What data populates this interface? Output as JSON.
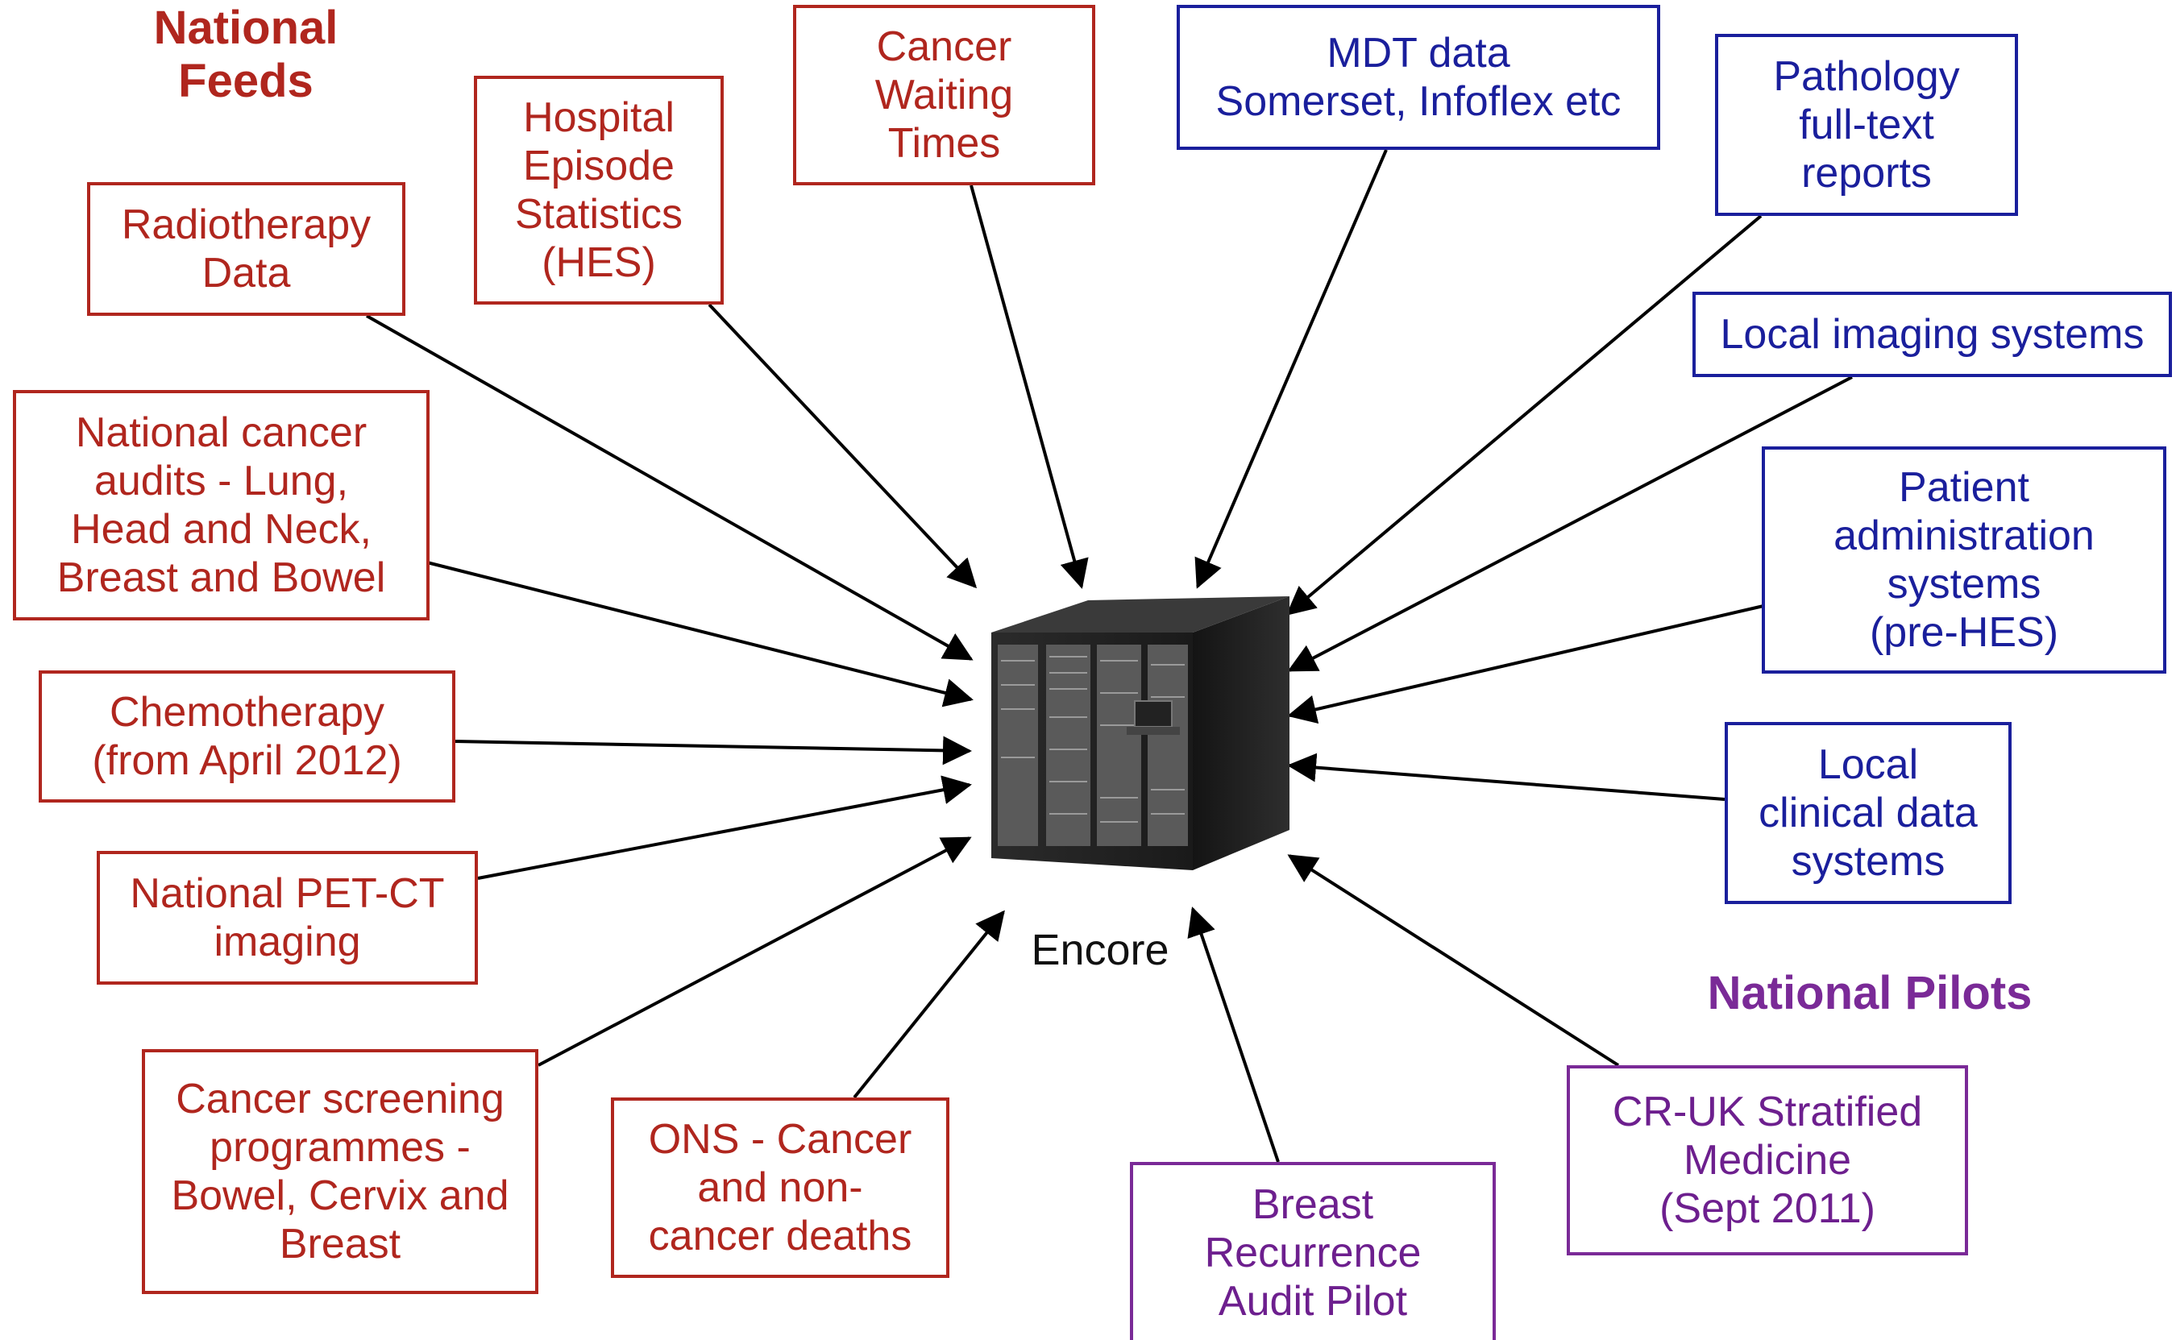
{
  "headings": {
    "national_feeds": [
      "National",
      "Feeds"
    ],
    "national_pilots": "National Pilots"
  },
  "hub": {
    "label": "Encore",
    "icon": "server-rack-icon"
  },
  "colors": {
    "national_feed": "#b0261e",
    "local_system": "#1a1f9c",
    "national_pilot": "#6d1f8e",
    "arrow": "#000000"
  },
  "national_feeds": [
    {
      "id": "radiotherapy",
      "lines": [
        "Radiotherapy",
        "Data"
      ]
    },
    {
      "id": "hes",
      "lines": [
        "Hospital",
        "Episode",
        "Statistics",
        "(HES)"
      ]
    },
    {
      "id": "cwt",
      "lines": [
        "Cancer",
        "Waiting",
        "Times"
      ]
    },
    {
      "id": "audits",
      "lines": [
        "National cancer",
        "audits - Lung,",
        "Head and Neck,",
        "Breast and Bowel"
      ]
    },
    {
      "id": "chemo",
      "lines": [
        "Chemotherapy",
        "(from April 2012)"
      ]
    },
    {
      "id": "petct",
      "lines": [
        "National PET-CT",
        "imaging"
      ]
    },
    {
      "id": "screening",
      "lines": [
        "Cancer screening",
        "programmes -",
        "Bowel, Cervix and",
        "Breast"
      ]
    },
    {
      "id": "ons",
      "lines": [
        "ONS - Cancer",
        "and non-",
        "cancer deaths"
      ]
    }
  ],
  "local_systems": [
    {
      "id": "mdt",
      "lines": [
        "MDT data",
        "Somerset, Infoflex etc"
      ]
    },
    {
      "id": "pathology",
      "lines": [
        "Pathology",
        "full-text",
        "reports"
      ]
    },
    {
      "id": "imaging",
      "lines": [
        "Local imaging systems"
      ]
    },
    {
      "id": "pas",
      "lines": [
        "Patient",
        "administration",
        "systems",
        "(pre-HES)"
      ]
    },
    {
      "id": "clinical",
      "lines": [
        "Local",
        "clinical data",
        "systems"
      ]
    }
  ],
  "national_pilots": [
    {
      "id": "crukstrat",
      "lines": [
        "CR-UK Stratified",
        "Medicine",
        "(Sept 2011)"
      ]
    },
    {
      "id": "breast",
      "lines": [
        "Breast",
        "Recurrence",
        "Audit Pilot"
      ]
    }
  ]
}
